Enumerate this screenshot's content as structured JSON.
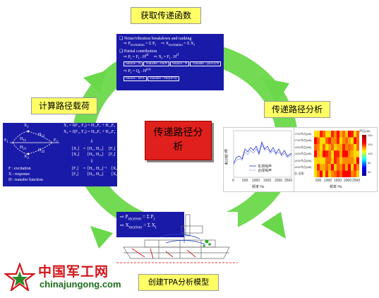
{
  "top_label": "获取传递函数",
  "center_label": "传递路径分析",
  "left_label": "计算路径载荷",
  "right_label": "传递路径分析",
  "bottom_label": "创建TPA分析模型",
  "top_panel": {
    "bullet1": "Noise/vibration breakdown and ranking",
    "eq1a": "P",
    "eq1a_sub": "excitation",
    "eq1a_rest": " = Σ P",
    "eq1a_sub2": "i",
    "eq1b": "X",
    "eq1b_sub": "excitation",
    "eq1b_rest": " = Σ X",
    "eq1b_sub2": "i",
    "bullet2": "Partial contribution",
    "eq2a": "P",
    "eq2a_sub": "i",
    "eq2a_rest": " = F",
    "eq2a_sub2": "i",
    "eq2a_tail": " . H",
    "eq2a_sup": "pf",
    "eq2b": "X",
    "eq2b_sub": "i",
    "eq2b_rest": " = F",
    "eq2b_sub2": "i",
    "eq2b_tail": " . H",
    "eq2b_sup": "if",
    "boxes_row1": [
      "Source : N",
      "Transfer : Pa/N",
      "Source : N",
      "Transfer : (m/s²)/N"
    ],
    "eq3": "P",
    "eq3_sub": "i",
    "eq3_rest": " = Q",
    "eq3_sub2": "i",
    "eq3_tail": " . H",
    "eq3_sup": "p,q",
    "boxes_row2": [
      "Source : m³/s",
      "Transfer : Pa/(m³/s)"
    ]
  },
  "left_panel": {
    "x1": "X",
    "x1_sub": "1",
    "x2": "X",
    "x2_sub": "2",
    "f1": "F",
    "f1_sub": "1",
    "f2": "F",
    "f2_sub": "2",
    "h11": "H",
    "h11_sub": "11",
    "h12": "H",
    "h12_sub": "12",
    "h21": "H",
    "h21_sub": "21",
    "h22": "H",
    "h22_sub": "22",
    "eq1": "X₁ = f(F₁, F₂) = H₁₁F₁ + H₁₂F₂",
    "eq2": "X₂ = f(F₁, F₂) = H₂₁F₁ + H₂₂F₂",
    "legend": [
      "F : excitation",
      "X : response",
      "H : transfer function"
    ]
  },
  "bottom_panel": {
    "eq1": "P",
    "eq1_sub": "receiver",
    "eq1_rest": " = Σ P",
    "eq1_sub2": "i",
    "eq2": "X",
    "eq2_sub": "receiver",
    "eq2_rest": " = Σ X",
    "eq2_sub2": "i"
  },
  "line_plot": {
    "ylabel": "声压级 dB",
    "xlabel": "频率 Hz",
    "xticks": [
      "0",
      "500",
      "1000",
      "1500",
      "2000",
      "2500"
    ],
    "legend": [
      "实测噪声",
      "合成噪声"
    ]
  },
  "heatmap": {
    "row_labels": [
      "1700节点(dB)",
      "1700节点(dB)",
      "1400节点(dB)",
      "1400节点(dB)",
      "1400节点(dB)",
      "1400节点(dB)",
      "总-无限"
    ],
    "xticks": [
      "500",
      "1000",
      "1500",
      "2000",
      "2500"
    ],
    "xlabel": "频率 Hz",
    "colorbar_title": "声压(dB)",
    "colorbar_ticks": [
      "140",
      "120",
      "100",
      "80",
      "60"
    ]
  },
  "logo": {
    "text_cn": "中国军工网",
    "text_url": "chinajungong.com"
  },
  "colors": {
    "ring": "#5ccd3a",
    "panel": "#1a1aa8",
    "label_box": "#ffff66",
    "center_box": "#e0201c"
  }
}
